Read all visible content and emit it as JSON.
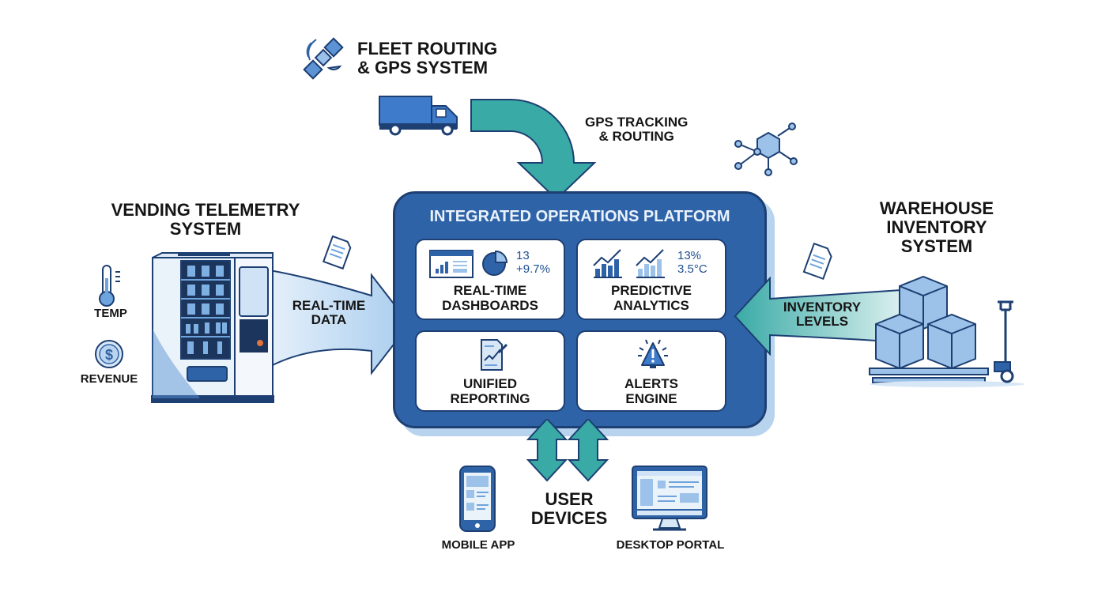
{
  "fleet": {
    "title_line1": "FLEET ROUTING",
    "title_line2": "& GPS SYSTEM",
    "flow_line1": "GPS TRACKING",
    "flow_line2": "& ROUTING",
    "icons": [
      "satellite-icon",
      "truck-icon"
    ]
  },
  "vending": {
    "title_line1": "VENDING TELEMETRY",
    "title_line2": "SYSTEM",
    "temp_label": "TEMP",
    "revenue_label": "REVENUE",
    "flow_line1": "REAL-TIME",
    "flow_line2": "DATA",
    "icons": [
      "thermometer-icon",
      "dollar-icon",
      "vending-machine-icon",
      "document-icon"
    ]
  },
  "warehouse": {
    "title_line1": "WAREHOUSE",
    "title_line2": "INVENTORY",
    "title_line3": "SYSTEM",
    "flow_line1": "INVENTORY",
    "flow_line2": "LEVELS",
    "icons": [
      "boxes-icon",
      "pallet-jack-icon",
      "document-icon",
      "network-icon"
    ]
  },
  "platform": {
    "title": "INTEGRATED OPERATIONS PLATFORM",
    "cards": [
      {
        "line1": "REAL-TIME",
        "line2": "DASHBOARDS",
        "stat1": "13",
        "stat2": "+9.7%",
        "icons": [
          "dashboard-icon",
          "pie-chart-icon"
        ]
      },
      {
        "line1": "PREDICTIVE",
        "line2": "ANALYTICS",
        "stat1": "13%",
        "stat2": "3.5°C",
        "icons": [
          "trend-chart-icon"
        ]
      },
      {
        "line1": "UNIFIED",
        "line2": "REPORTING",
        "icons": [
          "report-icon"
        ]
      },
      {
        "line1": "ALERTS",
        "line2": "ENGINE",
        "icons": [
          "alert-icon"
        ]
      }
    ]
  },
  "devices": {
    "title_line1": "USER",
    "title_line2": "DEVICES",
    "mobile_label": "MOBILE APP",
    "desktop_label": "DESKTOP PORTAL"
  },
  "colors": {
    "platform_blue": "#2f63a8",
    "platform_border": "#1d3f72",
    "teal_arrow": "#3aaaa6",
    "light_blue": "#b7d3ee"
  }
}
